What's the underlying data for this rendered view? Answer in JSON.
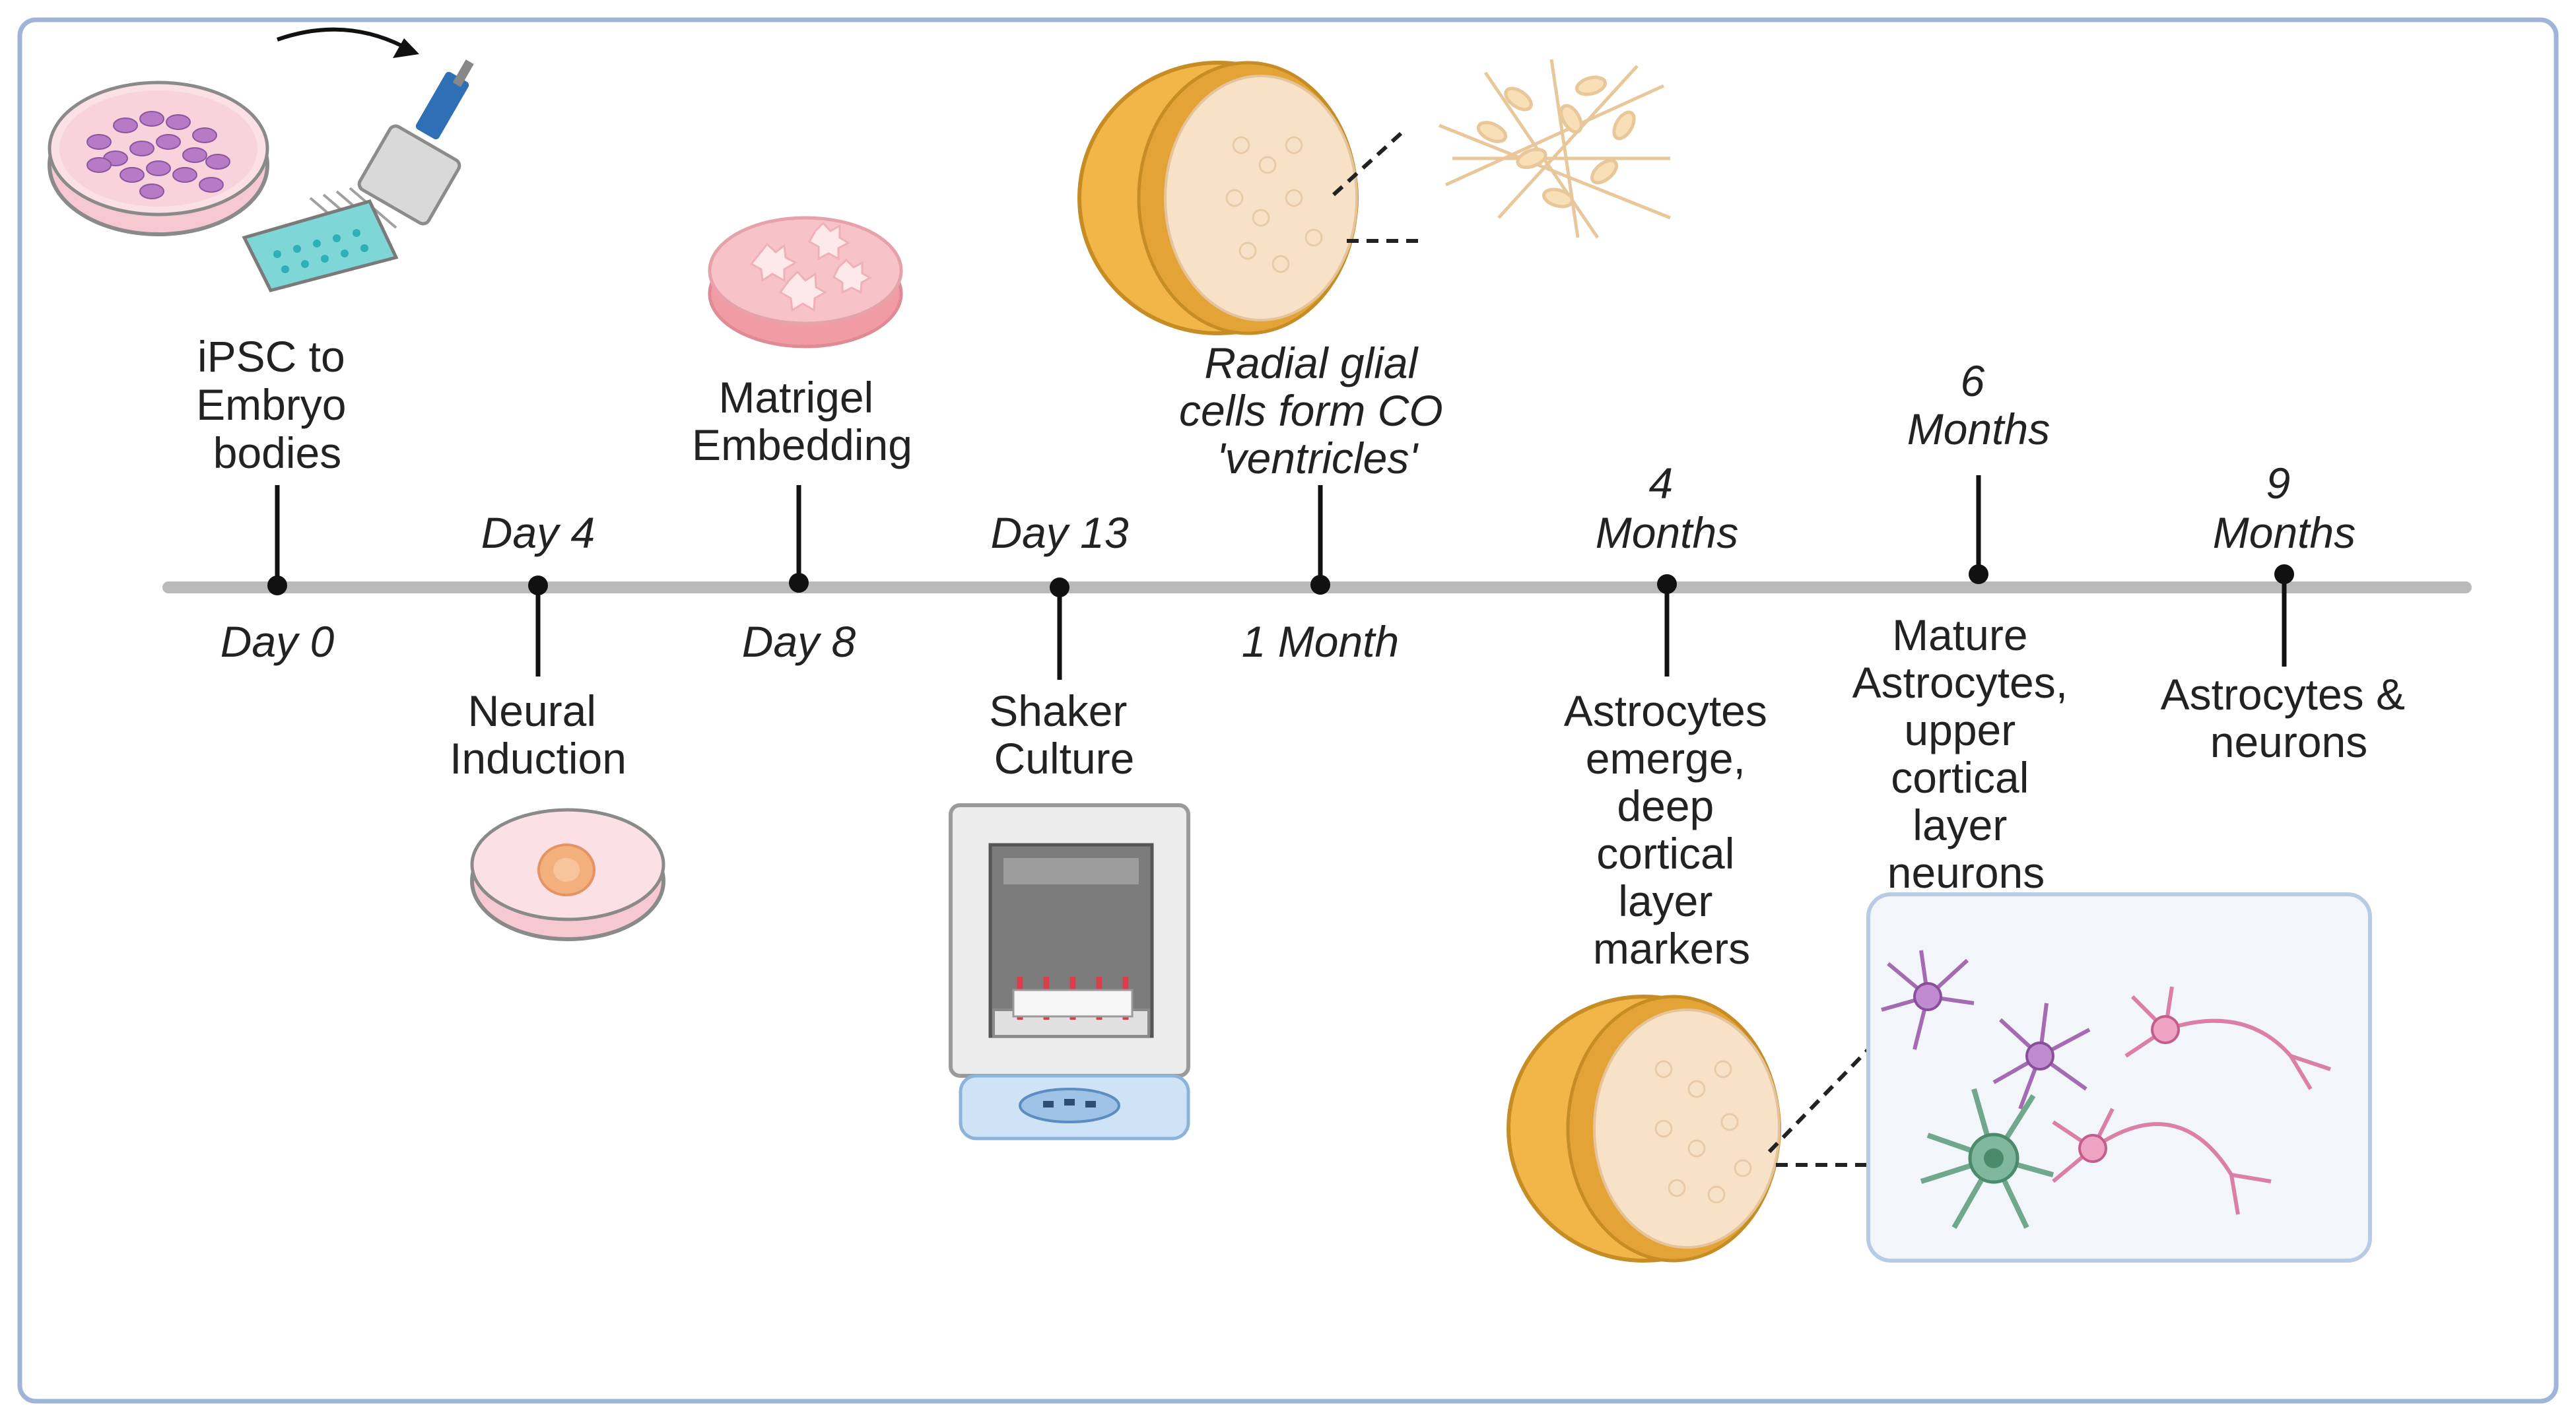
{
  "colors": {
    "frame": "#9fb4d8",
    "axis": "#b9b9b9",
    "stem": "#111111",
    "organoid_outer": "#f2b648",
    "organoid_inner": "#f7e2c7",
    "dish_pink": "#f4b7c3",
    "neuron_purple": "#a46ab2",
    "neuron_pink": "#dc7fa8",
    "astrocyte_green": "#6fa88c",
    "shaker_blue": "#cfe3f7"
  },
  "timeline": {
    "dates": {
      "day0": "Day 0",
      "day4": "Day 4",
      "day8": "Day 8",
      "day13": "Day 13",
      "month1": "1 Month",
      "month4": [
        "4",
        "Months"
      ],
      "month6": [
        "6",
        "Months"
      ],
      "month9": [
        "9",
        "Months"
      ]
    },
    "stages": {
      "day0": [
        "iPSC to",
        "Embryo",
        "bodies"
      ],
      "day4": [
        "Neural",
        "Induction"
      ],
      "day8": [
        "Matrigel",
        "Embedding"
      ],
      "day13": [
        "Shaker",
        "Culture"
      ],
      "month1": [
        "Radial glial",
        "cells form CO",
        "'ventricles'"
      ],
      "month4": [
        "Astrocytes",
        "emerge,",
        "deep",
        "cortical",
        "layer",
        "markers"
      ],
      "month6": [
        "Mature",
        "Astrocytes,",
        "upper",
        "cortical",
        "layer",
        "neurons"
      ],
      "month9": [
        "Astrocytes &",
        "neurons"
      ]
    }
  },
  "icons": {
    "petri_dish_ipsc": "petri-dish-with-ipsc-colonies",
    "multichannel_pipette": "multichannel-pipette-icon",
    "well_plate": "96-well-plate-icon",
    "petri_dish_induction": "petri-dish-single-embryoid-body",
    "petri_dish_matrigel": "petri-dish-matrigel-droplets",
    "shaker_incubator": "orbital-shaker-incubator-icon",
    "organoid_1": "cerebral-organoid-cross-section",
    "radial_glia": "radial-glial-cells-icon",
    "organoid_2": "cerebral-organoid-cross-section",
    "neurons_astrocytes": "neurons-and-astrocyte-icon"
  }
}
